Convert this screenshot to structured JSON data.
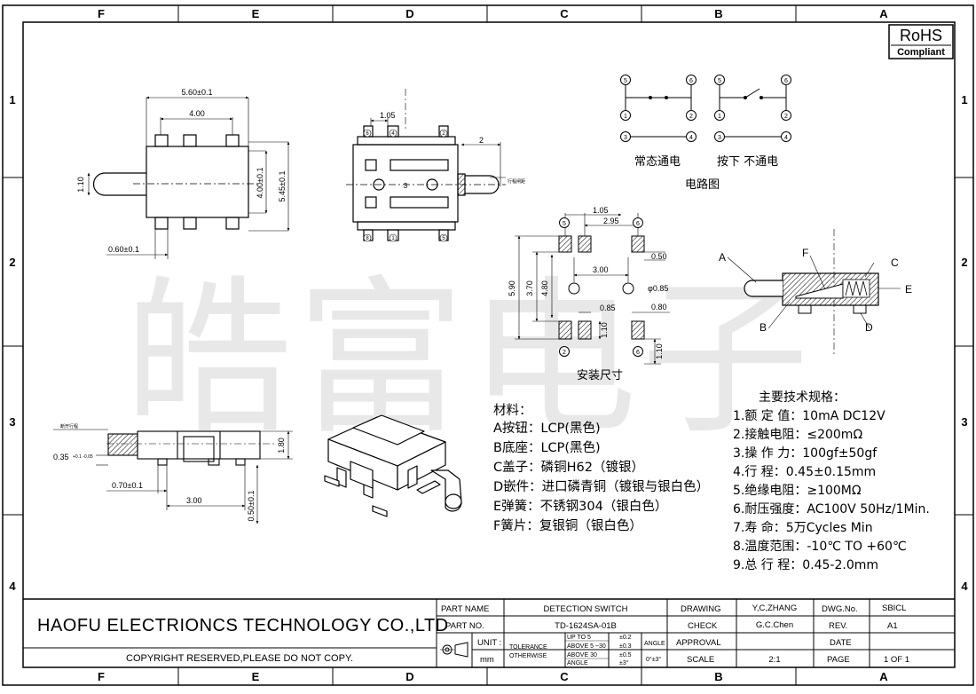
{
  "zone_letters": [
    "F",
    "E",
    "D",
    "C",
    "B",
    "A"
  ],
  "zone_numbers": [
    "1",
    "2",
    "3",
    "4"
  ],
  "rohs": {
    "line1": "RoHS",
    "line2": "Compliant"
  },
  "watermark": "皓富电子",
  "top_view": {
    "d_560": "5.60±0.1",
    "d_400": "4.00",
    "d_110": "1.10",
    "d_400v": "4.00±0.1",
    "d_545": "5.45±0.1",
    "d_060": "0.60±0.1"
  },
  "side_view": {
    "d_105": "1.05",
    "d_2": "2",
    "stroke": "行程闸距",
    "num_3": "3",
    "pins": [
      "6",
      "4",
      "2",
      "8",
      "1",
      "5"
    ]
  },
  "circuit": {
    "pins_left": [
      "5",
      "6",
      "1",
      "2",
      "3",
      "4"
    ],
    "pins_right": [
      "5",
      "6",
      "1",
      "2",
      "3",
      "4"
    ],
    "label_normal": "常态通电",
    "label_pressed": "按下 不通电",
    "caption": "电路图"
  },
  "footprint": {
    "d_105": "1.05",
    "d_295": "2.95",
    "d_050": "0.50",
    "d_300": "3.00",
    "d_085phi": "φ0.85",
    "d_085": "0.85",
    "d_080": "0.80",
    "d_590": "5.90",
    "d_370": "3.70",
    "d_480": "4.80",
    "d_110a": "1.10",
    "d_110b": "1.10",
    "pin_5": "5",
    "pin_6a": "6",
    "pin_2": "2",
    "pin_6b": "6",
    "caption": "安装尺寸"
  },
  "section": {
    "A": "A",
    "B": "B",
    "C": "C",
    "D": "D",
    "E": "E",
    "F": "F"
  },
  "front_view": {
    "stroke": "断开行程",
    "d_035": "0.35",
    "d_035tol": "+0.1 -0.05",
    "d_180": "1.80",
    "d_070": "0.70±0.1",
    "d_300": "3.00",
    "d_050": "0.50±0.1"
  },
  "materials": {
    "title": "材料：",
    "items": [
      "A按钮：LCP(黑色)",
      "B底座：LCP(黑色)",
      "C盖子：磷铜H62（镀银）",
      "D嵌件：进口磷青铜（镀银与银白色）",
      "E弹簧：不锈钢304（银白色）",
      "F簧片：复银铜（银白色）"
    ]
  },
  "specs": {
    "title": "主要技术规格：",
    "items": [
      "1.额 定 值：10mA DC12V",
      "2.接触电阻：≤200mΩ",
      "3.操 作 力：100gf±50gf",
      "4.行    程：0.45±0.15mm",
      "5.绝缘电阻：≥100MΩ",
      "6.耐压强度：AC100V 50Hz/1Min.",
      "7.寿    命：5万Cycles Min",
      "8.温度范围：-10℃ TO +60℃",
      "9.总 行 程：0.45-2.0mm"
    ]
  },
  "title_block": {
    "company": "HAOFU ELECTRIONCS TECHNOLOGY CO.,LTD",
    "copyright": "COPYRIGHT RESERVED,PLEASE DO NOT COPY.",
    "part_name_label": "PART NAME",
    "part_name": "DETECTION SWITCH",
    "part_no_label": "PART NO.",
    "part_no": "TD-1624SA-01B",
    "unit_label": "UNIT :",
    "unit": "mm",
    "tolerance_label": "TOLERANCE",
    "otherwise_label": "OTHERWISE",
    "tol_rows": [
      {
        "range": "UP TO 5",
        "val": "±0.2"
      },
      {
        "range": "ABOVE 5 ~30",
        "val": "±0.3"
      },
      {
        "range": "ABOVE 30",
        "val": "±0.5"
      },
      {
        "range": "ANGLE",
        "val": "±3°"
      }
    ],
    "angle_label": "ANGLE",
    "angle_val": "0°±3°",
    "drawing_label": "DRAWING",
    "drawing": "Y,C,ZHANG",
    "check_label": "CHECK",
    "check": "G.C.Chen",
    "approval_label": "APPROVAL",
    "scale_label": "SCALE",
    "scale": "2:1",
    "dwg_label": "DWG.No.",
    "dwg": "SBICL",
    "rev_label": "REV.",
    "rev": "A1",
    "date_label": "DATE",
    "page_label": "PAGE",
    "page": "1 OF 1"
  }
}
